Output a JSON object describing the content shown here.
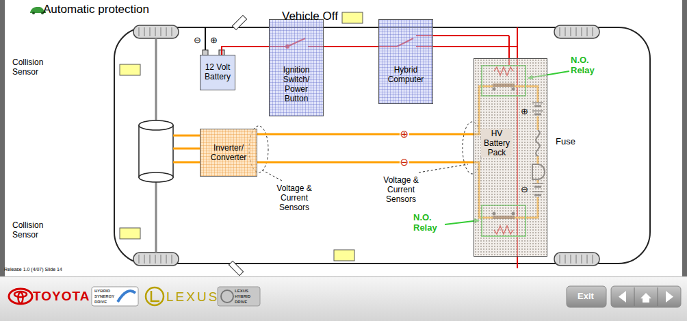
{
  "diagram": {
    "title": "Automatic protection",
    "nodes": [
      {
        "text": [
          "12 Volt Battery"
        ]
      },
      {
        "text": [
          "Ignition Switch/ Power Button"
        ]
      },
      {
        "text": [
          "Hybrid Computer"
        ]
      },
      {
        "text": [
          "Inverter/ Converter"
        ]
      },
      {
        "text": [
          "HV Battery Pack"
        ]
      }
    ],
    "edges": [
      {
        "from": 0,
        "to": 1,
        "arrow": "none"
      },
      {
        "from": 1,
        "to": 2,
        "arrow": "none"
      },
      {
        "from": 2,
        "to": 4,
        "arrow": "none"
      },
      {
        "from": 3,
        "to": 4,
        "label": "⊕",
        "arrow": "none"
      },
      {
        "from": 3,
        "to": 4,
        "label": "⊖",
        "arrow": "none"
      }
    ],
    "labels": [
      "Vehicle Off",
      "Collision Sensor",
      "Collision Sensor",
      "⊖",
      "⊕",
      "⊕",
      "⊖",
      "N.O. Relay",
      "N.O. Relay",
      "Fuse",
      "Voltage & Current Sensors",
      "Voltage & Current Sensors",
      "Release 1.0 (4/07) Slide 14",
      "TOYOTA",
      "HYBRID SYNERGY DRIVE",
      "LEXUS",
      "LEXUS HYBRID DRIVE",
      "Exit"
    ]
  }
}
